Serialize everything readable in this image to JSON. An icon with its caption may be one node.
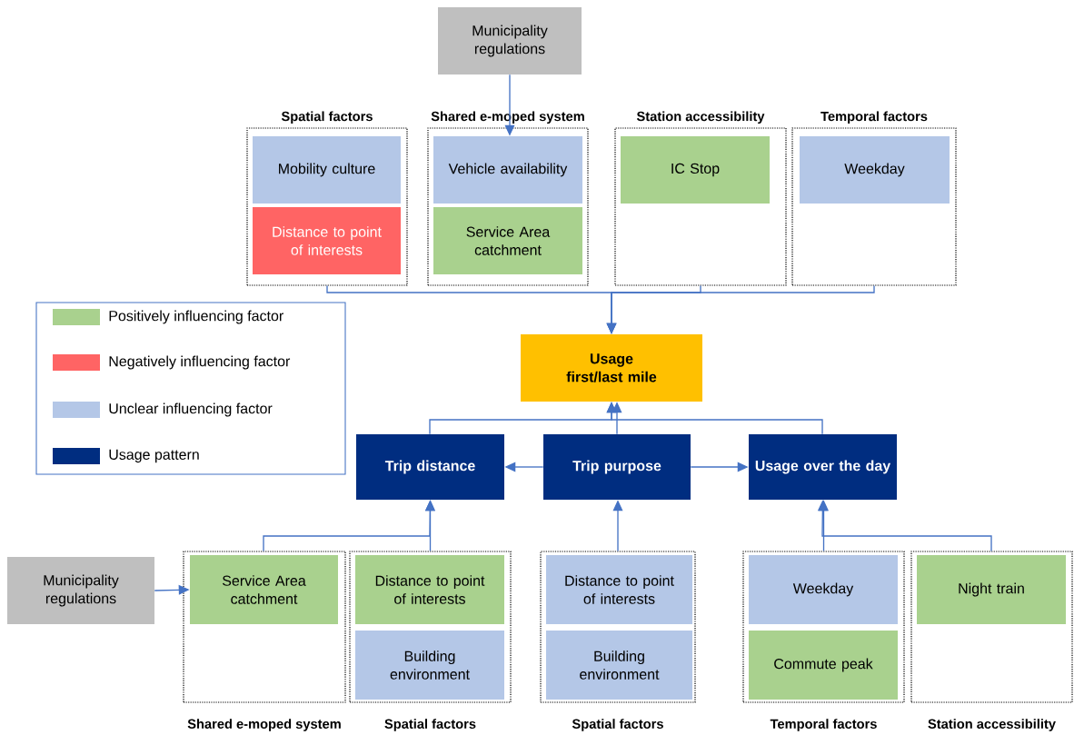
{
  "diagram": {
    "nodes": [
      {
        "text": [
          "Municipality regulations"
        ]
      },
      {
        "text": [
          "Spatial factors"
        ]
      },
      {
        "text": [
          "Mobility culture"
        ],
        "in": 1
      },
      {
        "text": [
          "Distance to point of interests"
        ],
        "in": 1
      },
      {
        "text": [
          "Shared e-moped system"
        ]
      },
      {
        "text": [
          "Vehicle availability"
        ],
        "in": 4
      },
      {
        "text": [
          "Service Area catchment"
        ],
        "in": 4
      },
      {
        "text": [
          "Station accessibility"
        ]
      },
      {
        "text": [
          "IC Stop"
        ],
        "in": 7
      },
      {
        "text": [
          "Temporal factors"
        ]
      },
      {
        "text": [
          "Weekday"
        ],
        "in": 9
      },
      {
        "text": [
          "Usage first/last mile"
        ]
      },
      {
        "text": [
          "Trip distance"
        ]
      },
      {
        "text": [
          "Trip purpose"
        ]
      },
      {
        "text": [
          "Usage over the day"
        ]
      },
      {
        "text": [
          "Municipality regulations"
        ]
      },
      {
        "text": [
          "Shared e-moped system"
        ]
      },
      {
        "text": [
          "Service Area catchment"
        ],
        "in": 16
      },
      {
        "text": [
          "Spatial factors"
        ]
      },
      {
        "text": [
          "Distance to point of interests"
        ],
        "in": 18
      },
      {
        "text": [
          "Building environment"
        ],
        "in": 18
      },
      {
        "text": [
          "Spatial factors"
        ]
      },
      {
        "text": [
          "Distance to point of interests"
        ],
        "in": 21
      },
      {
        "text": [
          "Building environment"
        ],
        "in": 21
      },
      {
        "text": [
          "Temporal factors"
        ]
      },
      {
        "text": [
          "Weekday"
        ],
        "in": 24
      },
      {
        "text": [
          "Commute peak"
        ],
        "in": 24
      },
      {
        "text": [
          "Station accessibility"
        ]
      },
      {
        "text": [
          "Night train"
        ],
        "in": 27
      }
    ],
    "edges": [
      {
        "from": 0,
        "to": 5,
        "arrow": "to"
      },
      {
        "from": 1,
        "to": 11,
        "arrow": "to"
      },
      {
        "from": 7,
        "to": 11,
        "arrow": "to"
      },
      {
        "from": 9,
        "to": 11,
        "arrow": "to"
      },
      {
        "from": 12,
        "to": 11,
        "arrow": "to"
      },
      {
        "from": 13,
        "to": 11,
        "arrow": "to"
      },
      {
        "from": 14,
        "to": 11,
        "arrow": "to"
      },
      {
        "from": 13,
        "to": 12,
        "arrow": "to"
      },
      {
        "from": 13,
        "to": 14,
        "arrow": "to"
      },
      {
        "from": 15,
        "to": 17,
        "arrow": "to"
      },
      {
        "from": 16,
        "to": 12,
        "arrow": "to"
      },
      {
        "from": 18,
        "to": 12,
        "arrow": "to"
      },
      {
        "from": 21,
        "to": 13,
        "arrow": "to"
      },
      {
        "from": 24,
        "to": 14,
        "arrow": "to"
      },
      {
        "from": 27,
        "to": 14,
        "arrow": "to"
      }
    ],
    "legend": [
      {
        "text": "Positively influencing factor",
        "color": "#a9d18e"
      },
      {
        "text": "Negatively influencing factor",
        "color": "#ff6464"
      },
      {
        "text": "Unclear influencing factor",
        "color": "#b4c7e7"
      },
      {
        "text": "Usage pattern",
        "color": "#002d80"
      }
    ]
  }
}
